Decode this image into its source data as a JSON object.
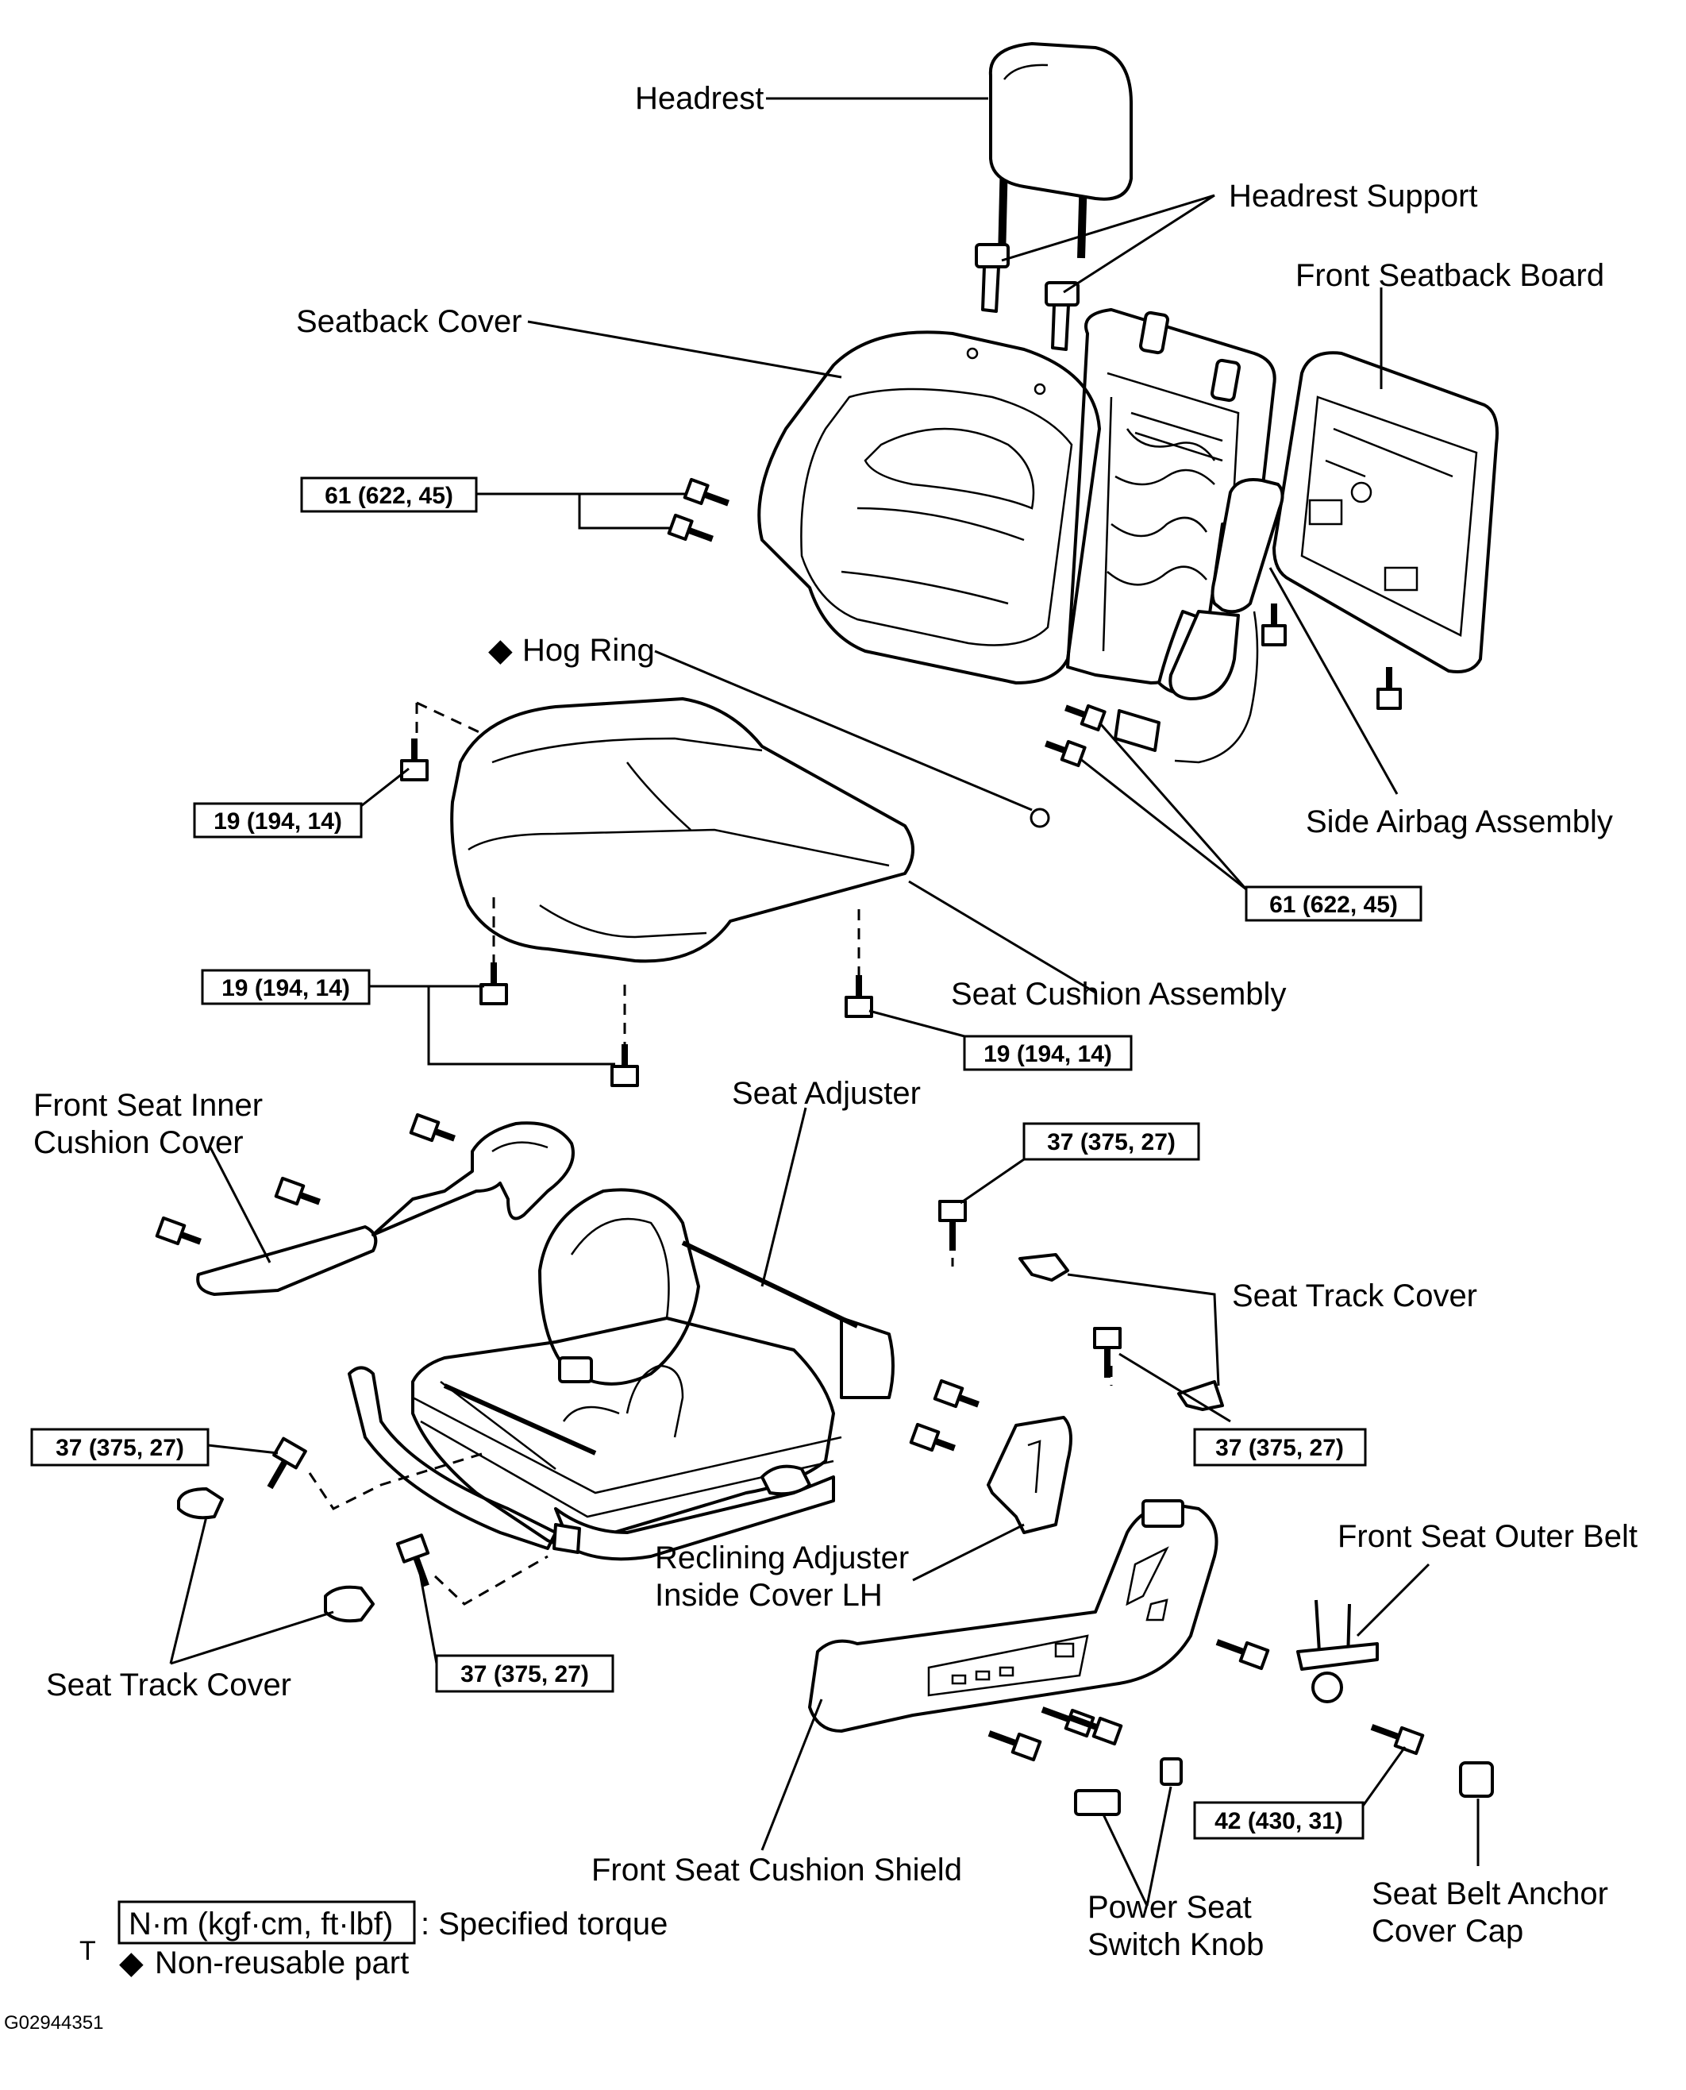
{
  "figure_code": "G02944351",
  "labels": {
    "headrest": "Headrest",
    "headrest_support": "Headrest Support",
    "front_seatback_board": "Front Seatback Board",
    "seatback_cover": "Seatback Cover",
    "hog_ring": "Hog Ring",
    "side_airbag_assembly": "Side Airbag Assembly",
    "seat_cushion_assembly": "Seat Cushion Assembly",
    "front_seat_inner_cushion_cover_line1": "Front Seat Inner",
    "front_seat_inner_cushion_cover_line2": "Cushion Cover",
    "seat_adjuster": "Seat Adjuster",
    "seat_track_cover_right": "Seat Track Cover",
    "seat_track_cover_left": "Seat Track Cover",
    "front_seat_outer_belt": "Front Seat Outer Belt",
    "reclining_adjuster_line1": "Reclining Adjuster",
    "reclining_adjuster_line2": "Inside Cover LH",
    "front_seat_cushion_shield": "Front Seat Cushion Shield",
    "power_seat_switch_knob_line1": "Power Seat",
    "power_seat_switch_knob_line2": "Switch Knob",
    "seat_belt_anchor_cover_cap_line1": "Seat Belt Anchor",
    "seat_belt_anchor_cover_cap_line2": "Cover Cap"
  },
  "torques": {
    "seatback_bolts": "61 (622, 45)",
    "airbag_nuts": "61 (622, 45)",
    "cushion_rear_left": "19 (194, 14)",
    "cushion_front_left": "19 (194, 14)",
    "cushion_front_right": "19 (194, 14)",
    "track_front_right": "37 (375, 27)",
    "track_rear_right": "37 (375, 27)",
    "track_front_left": "37 (375, 27)",
    "track_rear_left": "37 (375, 27)",
    "belt_anchor": "42 (430, 31)"
  },
  "legend": {
    "unit_box": "N·m (kgf·cm, ft·lbf)",
    "specified_torque": ": Specified torque",
    "non_reusable_part": "Non-reusable part",
    "diamond": "◆",
    "corner_mark": "T"
  }
}
